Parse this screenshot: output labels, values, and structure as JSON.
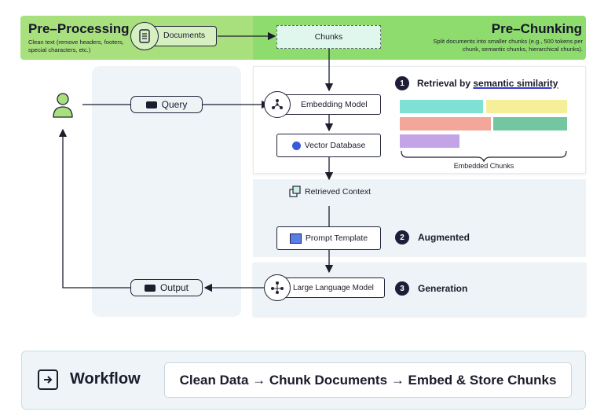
{
  "preprocessing": {
    "title": "Pre–Processing",
    "desc": "Clean text (remove headers, footers, special characters, etc.)",
    "documents_label": "Documents"
  },
  "prechunking": {
    "title": "Pre–Chunking",
    "desc": "Split documents into smaller chunks (e.g., 500 tokens per chunk, semantic chunks, hierarchical chunks).",
    "chunks_label": "Chunks"
  },
  "nodes": {
    "query": "Query",
    "output": "Output",
    "embedding_model": "Embedding Model",
    "vector_database": "Vector Database",
    "retrieved_context": "Retrieved Context",
    "prompt_template": "Prompt Template",
    "llm": "Large Language Model",
    "embedded_chunks": "Embedded Chunks"
  },
  "steps": [
    {
      "num": "1",
      "label_prefix": "Retrieval by ",
      "label_emph": "semantic similarity"
    },
    {
      "num": "2",
      "label": "Augmented"
    },
    {
      "num": "3",
      "label": "Generation"
    }
  ],
  "chunk_colors": [
    "#7fe0d4",
    "#f6ef9a",
    "#f3a79a",
    "#72c7a0",
    "#c3a4e6"
  ],
  "workflow": {
    "title": "Workflow",
    "steps_text": "Clean Data → Chunk Documents → Embed & Store Chunks"
  },
  "colors": {
    "green_light": "#a9e07e",
    "green": "#8fdc6e",
    "dark": "#1d1d3a",
    "accent_underline": "#3b3bd6"
  }
}
